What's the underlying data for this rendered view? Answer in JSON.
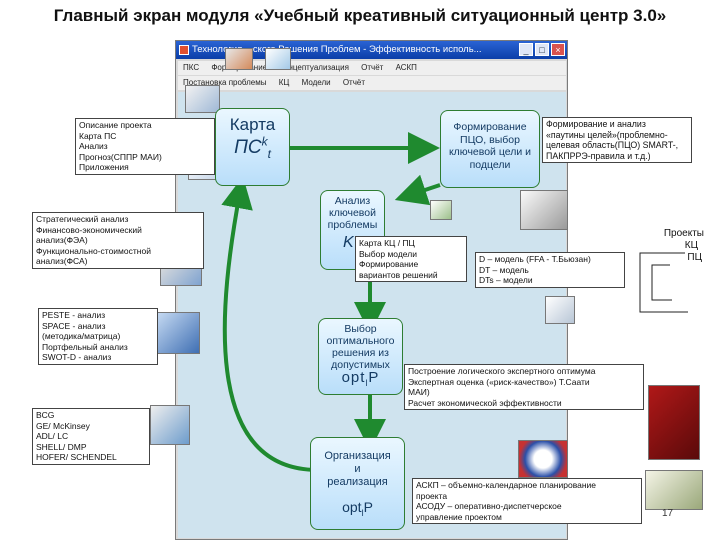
{
  "slide": {
    "title": "Главный экран модуля «Учебный креативный ситуационный центр 3.0»",
    "page_number": "17"
  },
  "window": {
    "title": "Технология ...ского Решения Проблем - Эффективность исполь...",
    "menu_row1": [
      "ПКС",
      "Формирование",
      "Концептуализация",
      "Отчёт",
      "АСКП"
    ],
    "menu_row2": [
      "Постановка проблемы",
      "КЦ",
      "Модели",
      "Отчёт"
    ]
  },
  "process": {
    "karta": {
      "title": "Карта",
      "formula": "ПС",
      "sup": "k",
      "sub": "t"
    },
    "formirovanie": {
      "lines": [
        "Формирование",
        "ПЦО, выбор",
        "ключевой цели и",
        "подцели"
      ]
    },
    "analiz": {
      "lines": [
        "Анализ",
        "ключевой",
        "проблемы"
      ],
      "formula": "K"
    },
    "vybor": {
      "lines": [
        "Выбор",
        "оптимального",
        "решения из",
        "допустимых"
      ],
      "formula": "opt",
      "formula_sub": "l",
      "formula_end": "P"
    },
    "organizaciya": {
      "lines": [
        "Организация",
        "и",
        "реализация"
      ],
      "formula": "opt",
      "formula_sub": "l",
      "formula_end": "P"
    }
  },
  "boxes": {
    "project": [
      "Описание проекта",
      "Карта ПС",
      "Анализ",
      "Прогноз(СППР МАИ)",
      "Приложения"
    ],
    "strategic": [
      "Стратегический анализ",
      "Финансово-экономический",
      "анализ(ФЭА)",
      "Функционально-стоимостной",
      "анализ(ФСА)"
    ],
    "peste": [
      "PESTE - анализ",
      "SPACE - анализ",
      "(методика/матрица)",
      "Портфельный анализ",
      "SWOT-D - анализ"
    ],
    "bcg": [
      "BCG",
      "GE/ McKinsey",
      "ADL/ LC",
      "SHELL/ DMP",
      "HOFER/ SCHENDEL"
    ],
    "formirovanie_desc": [
      "Формирование и анализ",
      "«паутины целей»(проблемно-",
      "целевая область(ПЦО) SMART-,",
      "ПАКПРРЭ-правила и т.д.)"
    ],
    "kc": [
      "Карта КЦ / ПЦ",
      "Выбор модели",
      "Формирование",
      "вариантов решений"
    ],
    "models": [
      "D – модель (FFA -  Т.Бьюзан)",
      "DT – модель",
      "DTs – модели"
    ],
    "projects": [
      "Проекты",
      "КЦ",
      "ПЦ"
    ],
    "optimum": [
      "Построение логического экспертного оптимума",
      "Экспертная оценка («риск-качество») Т.Саати",
      "МАИ)",
      "Расчет экономической эффективности"
    ],
    "askp": [
      "АСКП – объемно-календарное планирование",
      "проекта",
      "АСОДУ – оперативно-диспетчерское",
      "управление проектом"
    ]
  },
  "colors": {
    "arrow": "#1f8a2f",
    "accent_blue": "#1d55c4"
  }
}
